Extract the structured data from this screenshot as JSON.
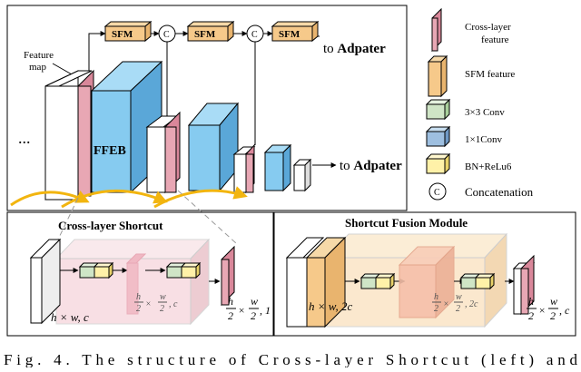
{
  "top": {
    "feature_map_label_1": "Feature",
    "feature_map_label_2": "map",
    "ellipsis": "...",
    "ffeb_label": "FFEB",
    "sfm_labels": [
      "SFM",
      "SFM",
      "SFM"
    ],
    "concat_symbols": [
      "C",
      "C"
    ],
    "to_adapter_1_prefix": "to ",
    "to_adapter_1_word": "Adpater",
    "to_adapter_2_prefix": "to ",
    "to_adapter_2_word": "Adpater"
  },
  "legend": {
    "cross_layer_1": "Cross-layer",
    "cross_layer_2": "feature",
    "sfm_feature": "SFM feature",
    "conv3": "3×3  Conv",
    "conv1": "1×1Conv",
    "bnrelu": "BN+ReLu6",
    "concat_symbol": "C",
    "concat": "Concatenation"
  },
  "panel_left": {
    "title": "Cross-layer Shortcut",
    "dim_in": "h × w, c",
    "dim_mid_top_1": "h",
    "dim_mid_bot_1": "2",
    "dim_mid_top_2": "w",
    "dim_mid_bot_2": "2",
    "dim_mid_suffix": ", c",
    "dim_out_top_1": "h",
    "dim_out_bot_1": "2",
    "dim_out_top_2": "w",
    "dim_out_bot_2": "2",
    "dim_out_suffix": ", 1"
  },
  "panel_right": {
    "title": "Shortcut Fusion Module",
    "dim_in": "h × w, 2c",
    "dim_mid_top_1": "h",
    "dim_mid_bot_1": "2",
    "dim_mid_top_2": "w",
    "dim_mid_bot_2": "2",
    "dim_mid_suffix": ", 2c",
    "dim_out_top_1": "h",
    "dim_out_bot_1": "2",
    "dim_out_top_2": "w",
    "dim_out_bot_2": "2",
    "dim_out_suffix": ", c"
  },
  "caption": "Fig. 4.  The structure of Cross-layer Shortcut (left) and",
  "colors": {
    "pink": "#e8a7b4",
    "pink_dark": "#d9879a",
    "blue": "#86cbf0",
    "blue_dark": "#5aa7d8",
    "orange": "#f6c98a",
    "orange_dark": "#e9b46e",
    "green": "#cfe5c6",
    "yellow": "#fff1a8",
    "arrow": "#f2b50f"
  }
}
